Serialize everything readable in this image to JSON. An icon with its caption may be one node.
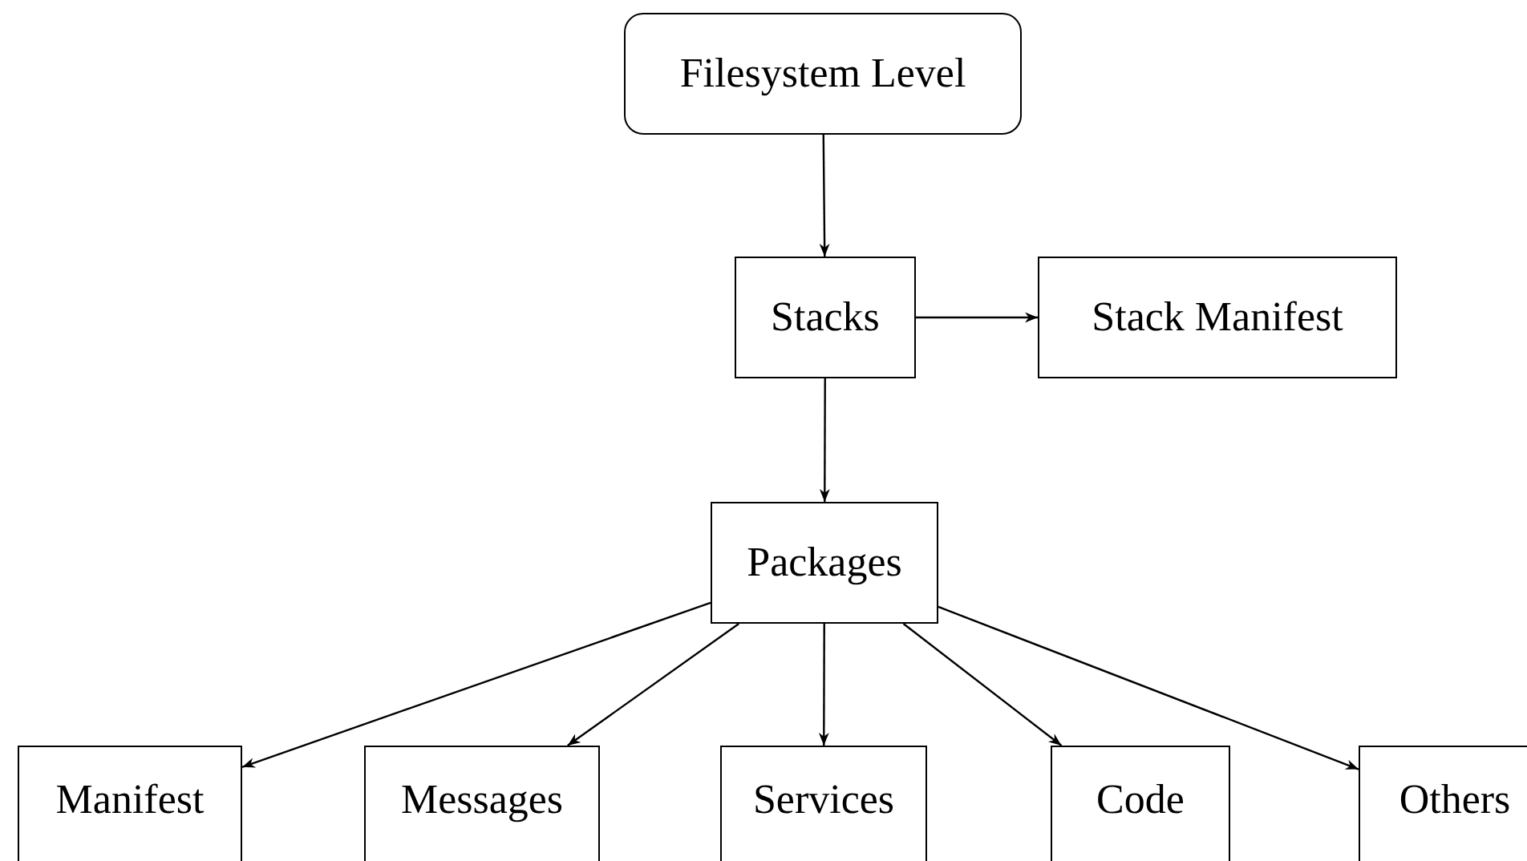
{
  "diagram": {
    "nodes": [
      {
        "text": [
          "Filesystem Level"
        ]
      },
      {
        "text": [
          "Stacks"
        ]
      },
      {
        "text": [
          "Stack Manifest"
        ]
      },
      {
        "text": [
          "Packages"
        ]
      },
      {
        "text": [
          "Manifest"
        ]
      },
      {
        "text": [
          "Messages"
        ]
      },
      {
        "text": [
          "Services"
        ]
      },
      {
        "text": [
          "Code"
        ]
      },
      {
        "text": [
          "Others"
        ]
      }
    ],
    "edges": [
      {
        "from": 0,
        "to": 1,
        "arrow": "to"
      },
      {
        "from": 1,
        "to": 2,
        "arrow": "to"
      },
      {
        "from": 1,
        "to": 3,
        "arrow": "to"
      },
      {
        "from": 3,
        "to": 4,
        "arrow": "to"
      },
      {
        "from": 3,
        "to": 5,
        "arrow": "to"
      },
      {
        "from": 3,
        "to": 6,
        "arrow": "to"
      },
      {
        "from": 3,
        "to": 7,
        "arrow": "to"
      },
      {
        "from": 3,
        "to": 8,
        "arrow": "to"
      }
    ]
  }
}
